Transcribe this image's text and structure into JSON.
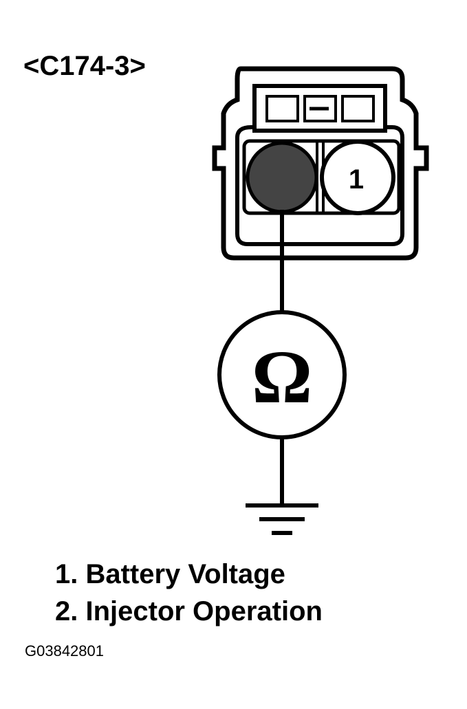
{
  "connector": {
    "label": "<C174-3>",
    "pin_label": "1"
  },
  "meter": {
    "symbol": "Ω"
  },
  "legend": {
    "items": [
      "1. Battery Voltage",
      "2. Injector Operation"
    ]
  },
  "figure_id": "G03842801"
}
